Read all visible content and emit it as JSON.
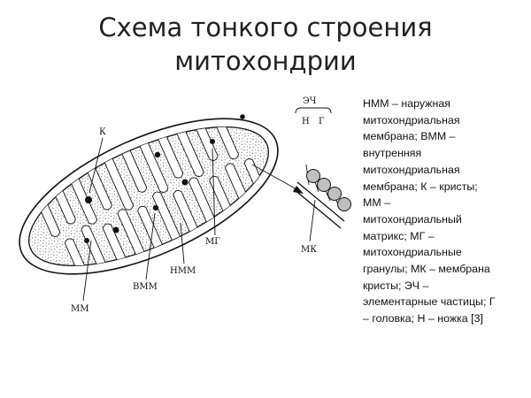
{
  "title": {
    "line1": "Схема тонкого строения",
    "line2": "митохондрии"
  },
  "labels": {
    "k": "К",
    "mm": "ММ",
    "vmm": "ВММ",
    "nmm": "НММ",
    "mg": "МГ",
    "ech": "ЭЧ",
    "n": "Н",
    "g": "Г",
    "mk": "МК"
  },
  "legend": {
    "lines": [
      "НММ – наружная",
      "митохондриальная",
      "мембрана; ВММ –",
      "внутренняя",
      "митохондриальная",
      "мембрана; К – кристы;",
      "ММ –",
      "митохондриальный",
      "матрикс; МГ –",
      "митохондриальные",
      "гранулы; МК – мембрана",
      "кристы; ЭЧ –",
      "элементарные частицы; Г",
      "– головка;  Н – ножка [3]"
    ]
  }
}
